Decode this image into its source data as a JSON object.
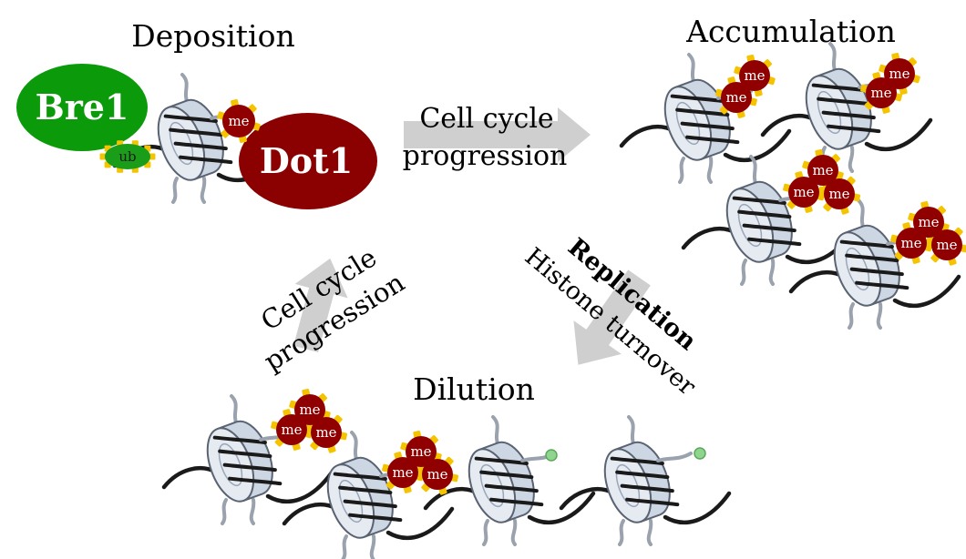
{
  "stages": {
    "deposition": "Deposition",
    "accumulation": "Accumulation",
    "dilution": "Dilution"
  },
  "arrows": {
    "top": [
      "Cell cycle",
      "progression"
    ],
    "right_bold": "Replication",
    "right_normal": "Histone turnover",
    "left": [
      "Cell cycle",
      "progression"
    ]
  },
  "enzymes": {
    "bre1": "Bre1",
    "dot1": "Dot1"
  },
  "marks": {
    "me": "me",
    "ub": "ub"
  },
  "colors": {
    "bre1_green": "#0a9a0a",
    "ub_green": "#1a9e1a",
    "dot1_red": "#8b0000",
    "me_red": "#900000",
    "mark_yellow": "#f5c400",
    "arrow_gray": "#cfcfcf",
    "histone_fill": "#cdd6e3",
    "histone_stroke": "#5a6372",
    "dna_black": "#1a1a1a",
    "tail_gray": "#9aa2ae",
    "small_green_mark": "#8fd48f"
  }
}
